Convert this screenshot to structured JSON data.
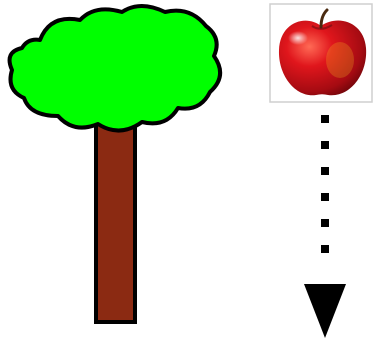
{
  "scene": {
    "objects": [
      "tree",
      "apple",
      "falling-arrow"
    ],
    "colors": {
      "background": "#ffffff",
      "foliage": "#00ff00",
      "trunk": "#8b2a12",
      "outline": "#000000",
      "apple_red": "#c4101a",
      "apple_frame": "#cfcfcf",
      "arrow": "#000000"
    },
    "icons": {
      "tree": "tree-icon",
      "apple": "apple-icon",
      "arrow": "arrow-down-icon"
    }
  }
}
